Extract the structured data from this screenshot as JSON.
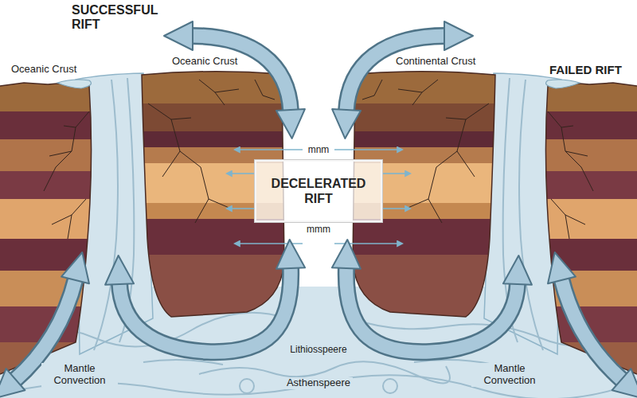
{
  "diagram": {
    "nodes": [
      {
        "text": [
          "DECELERATED RIFT"
        ]
      }
    ],
    "labels": [
      "SUCCESSFUL RIFT",
      "Oceanic Crust",
      "Oceanic Crust",
      "Continental Crust",
      "FAILED RIFT",
      "mnm",
      "mmm",
      "Lithiosspeere",
      "Mantle Convection",
      "Mantle Convection",
      "Asthenspeere"
    ]
  }
}
